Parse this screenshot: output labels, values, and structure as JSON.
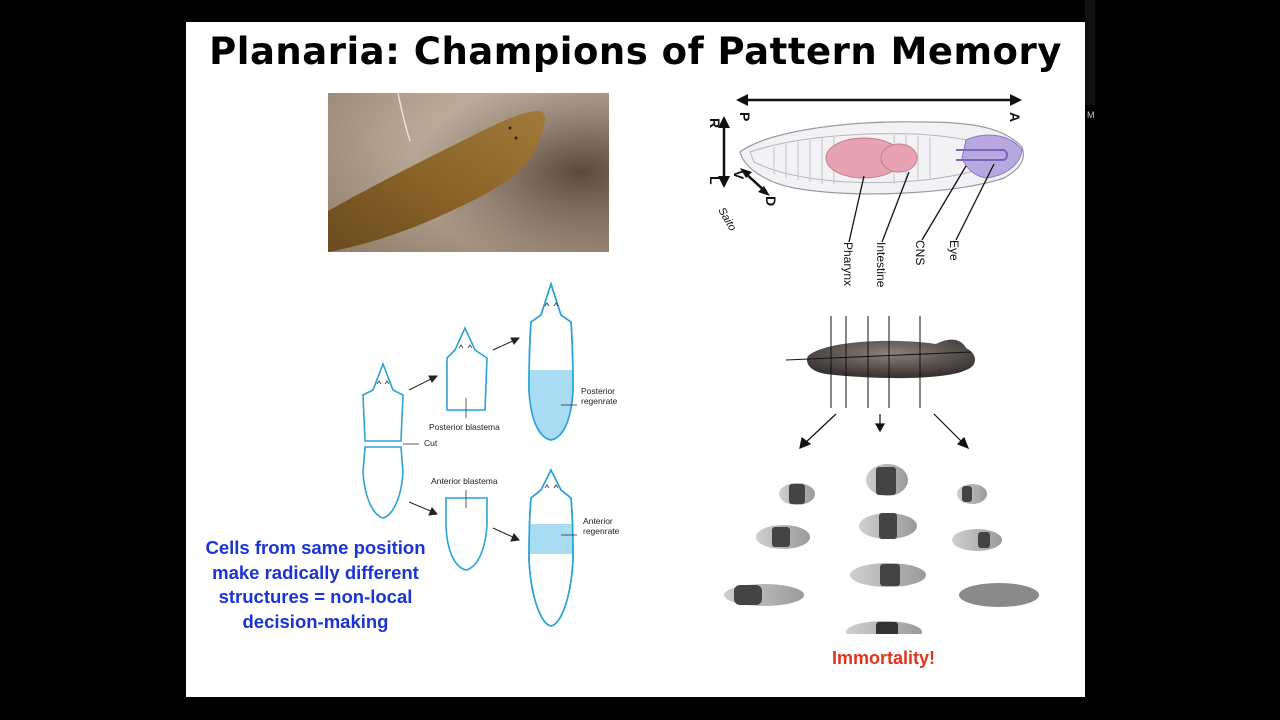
{
  "slide": {
    "title": "Planaria: Champions of Pattern Memory",
    "body_text": "Cells from same position make radically different structures = non-local decision-making",
    "callout": "Immortality!"
  },
  "regeneration_diagram": {
    "labels": {
      "posterior_blastema": "Posterior blastema",
      "cut": "Cut",
      "posterior_regenrate": [
        "Posterior",
        "regenrate"
      ],
      "anterior_blastema": "Anterior blastema",
      "anterior_regenrate": [
        "Anterior",
        "regenrate"
      ]
    }
  },
  "anatomy_diagram": {
    "axes": {
      "posterior": "P",
      "anterior": "A",
      "right": "R",
      "left": "L",
      "ventral": "V",
      "dorsal": "D"
    },
    "parts": [
      "Pharynx",
      "Intestine",
      "CNS",
      "Eye"
    ],
    "signature": "Saito"
  },
  "edge_fragment": "M",
  "colors": {
    "blue_text": "#1a34d4",
    "red_text": "#e3331a",
    "regen_blue": "#29a3d6",
    "regen_fill": "#a9dcf3"
  }
}
